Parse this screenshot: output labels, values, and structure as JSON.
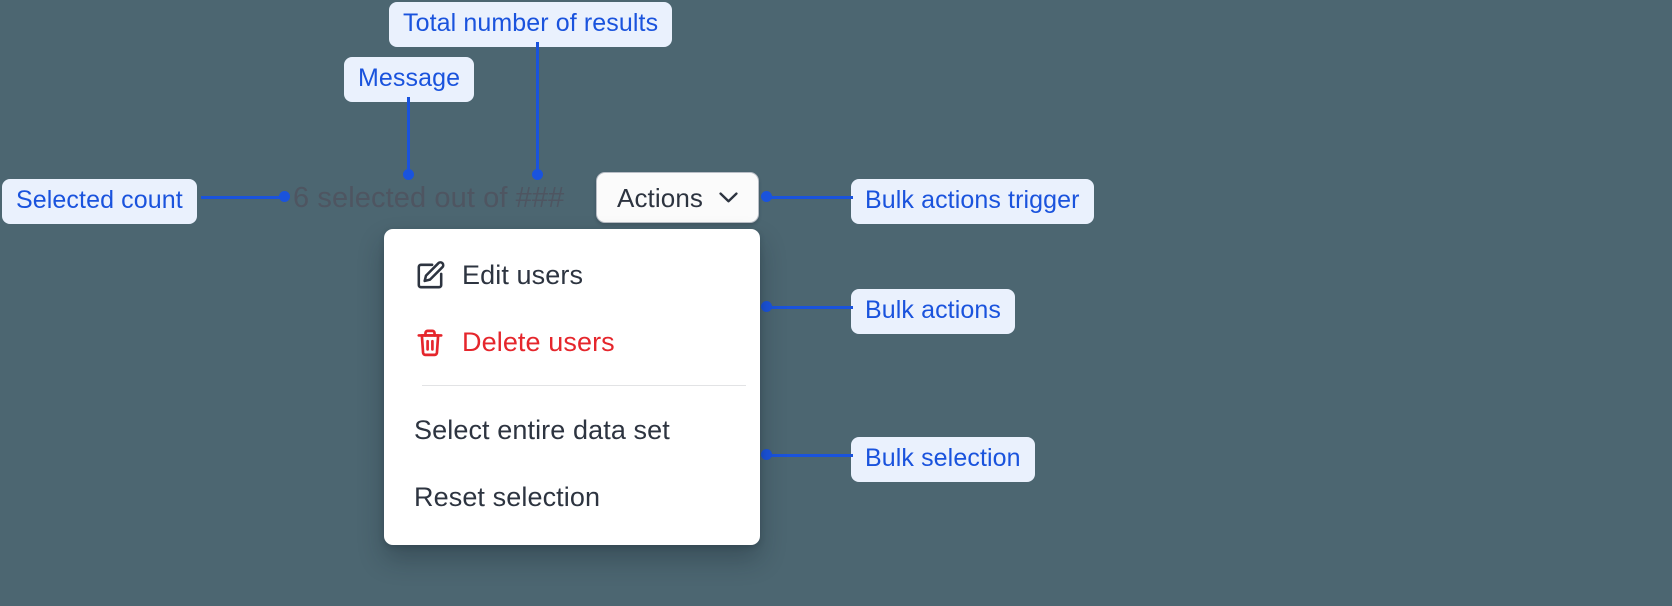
{
  "theme": {
    "background": "#4c6671",
    "annotation_bg": "#eaf1fd",
    "annotation_fg": "#1a53dd",
    "connector": "#1a53dd",
    "menu_bg": "#ffffff",
    "menu_text": "#2d3440",
    "danger": "#e5262c",
    "message_text": "#4e5561",
    "button_bg": "#fbfbfb",
    "button_border": "#b9bec6"
  },
  "annotations": [
    {
      "id": "total-results",
      "label": "Total number of results"
    },
    {
      "id": "message",
      "label": "Message"
    },
    {
      "id": "selected-count",
      "label": "Selected count"
    },
    {
      "id": "bulk-actions-trigger",
      "label": "Bulk actions trigger"
    },
    {
      "id": "bulk-actions",
      "label": "Bulk actions"
    },
    {
      "id": "bulk-selection",
      "label": "Bulk selection"
    }
  ],
  "component": {
    "selection_message": "6 selected out of ###",
    "selected_count": "6",
    "total_results_placeholder": "###",
    "actions_button": {
      "label": "Actions",
      "icon": "chevron-down-icon",
      "expanded": "true"
    },
    "menu": {
      "groups": [
        {
          "name": "bulk-actions",
          "items": [
            {
              "label": "Edit users",
              "icon": "pencil-square-icon",
              "tone": "default"
            },
            {
              "label": "Delete users",
              "icon": "trash-icon",
              "tone": "danger"
            }
          ]
        },
        {
          "name": "bulk-selection",
          "items": [
            {
              "label": "Select entire data set",
              "icon": "none",
              "tone": "default"
            },
            {
              "label": "Reset selection",
              "icon": "none",
              "tone": "default"
            }
          ]
        }
      ]
    }
  }
}
